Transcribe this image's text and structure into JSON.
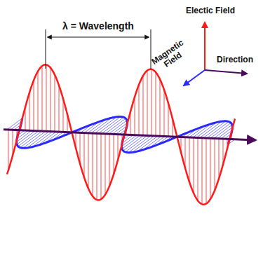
{
  "diagram": {
    "labels": [
      "λ = Wavelength",
      "Electic Field",
      "Magnetic Field",
      "Direction"
    ]
  }
}
